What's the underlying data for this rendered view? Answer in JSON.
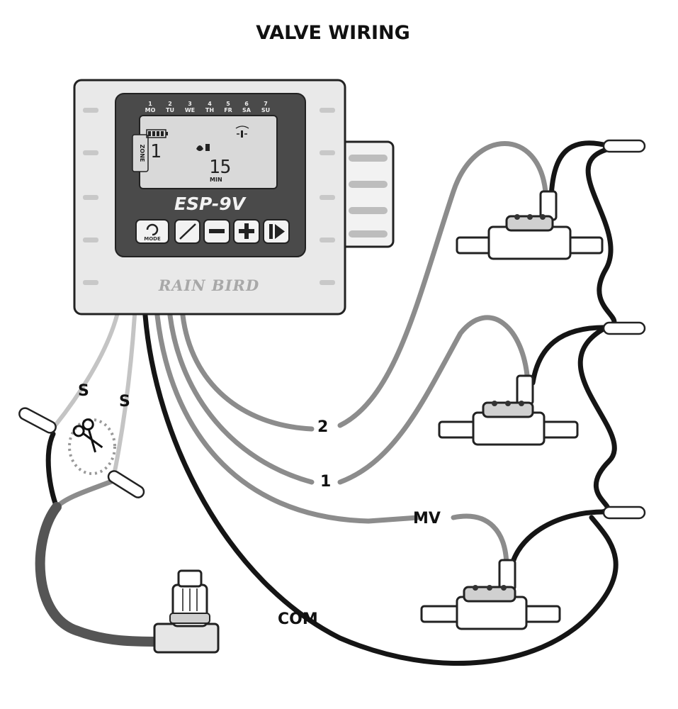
{
  "title": "VALVE WIRING",
  "controller": {
    "model": "ESP-9V",
    "brand": "RAIN BIRD",
    "days": [
      {
        "num": "1",
        "name": "MO"
      },
      {
        "num": "2",
        "name": "TU"
      },
      {
        "num": "3",
        "name": "WE"
      },
      {
        "num": "4",
        "name": "TH"
      },
      {
        "num": "5",
        "name": "FR"
      },
      {
        "num": "6",
        "name": "SA"
      },
      {
        "num": "7",
        "name": "SU"
      }
    ],
    "display": {
      "zone_label": "ZONE",
      "zone_value": "1",
      "minutes_value": "15",
      "minutes_unit": "MIN"
    },
    "buttons": {
      "mode_label": "MODE"
    }
  },
  "wire_labels": {
    "s_left": "S",
    "s_right": "S",
    "zone2": "2",
    "zone1": "1",
    "mv": "MV",
    "com": "COM"
  },
  "colors": {
    "black_wire": "#151515",
    "gray_wire": "#8c8c8c",
    "light_wire": "#bdbdbd",
    "lcd": "#d9d9d9",
    "panel": "#4a4a4a"
  }
}
